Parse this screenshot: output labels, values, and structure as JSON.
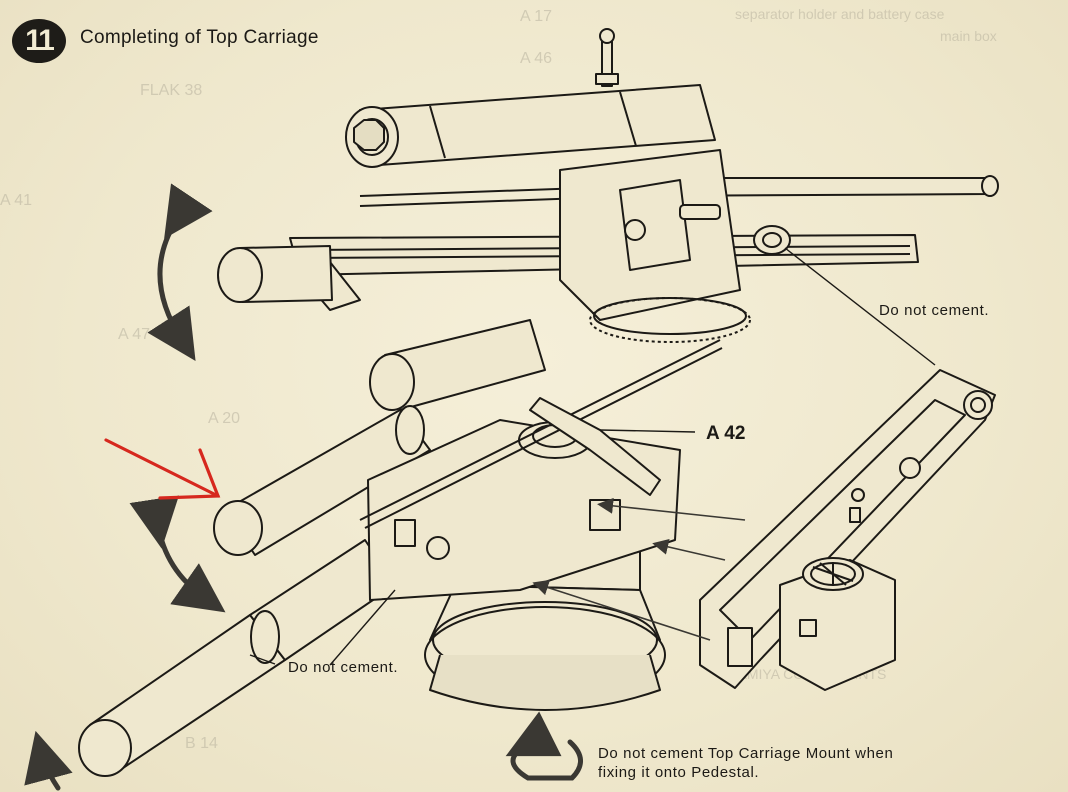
{
  "step": {
    "number": "11",
    "title": "Completing of Top Carriage"
  },
  "callouts": {
    "do_not_cement_right": "Do not cement.",
    "do_not_cement_bottom": "Do not cement.",
    "part_a42": "A 42",
    "mount_note_line1": "Do not cement Top Carriage Mount when",
    "mount_note_line2": "fixing it onto Pedestal."
  },
  "bleed_through": {
    "top_right_line1": "separator holder and battery case",
    "top_right_line2": "main box",
    "top_center_a17": "A 17",
    "top_center_a46": "A 46",
    "left_a41": "A 41",
    "left_a47": "A 47",
    "left_a20": "A 20",
    "flak": "FLAK 38",
    "bottom_b14": "B 14",
    "bottom_right": "TAMIYA COLOR PAINTS"
  },
  "colors": {
    "ink": "#1c1a16",
    "paper": "#f2ecd4",
    "annotation_arrow": "#d6281e"
  },
  "icons": {
    "rotation_arrows": "curved-double-arrow-icon",
    "rotate_mount": "rotate-arrow-icon",
    "highlight": "red-pointer-arrow-icon"
  }
}
